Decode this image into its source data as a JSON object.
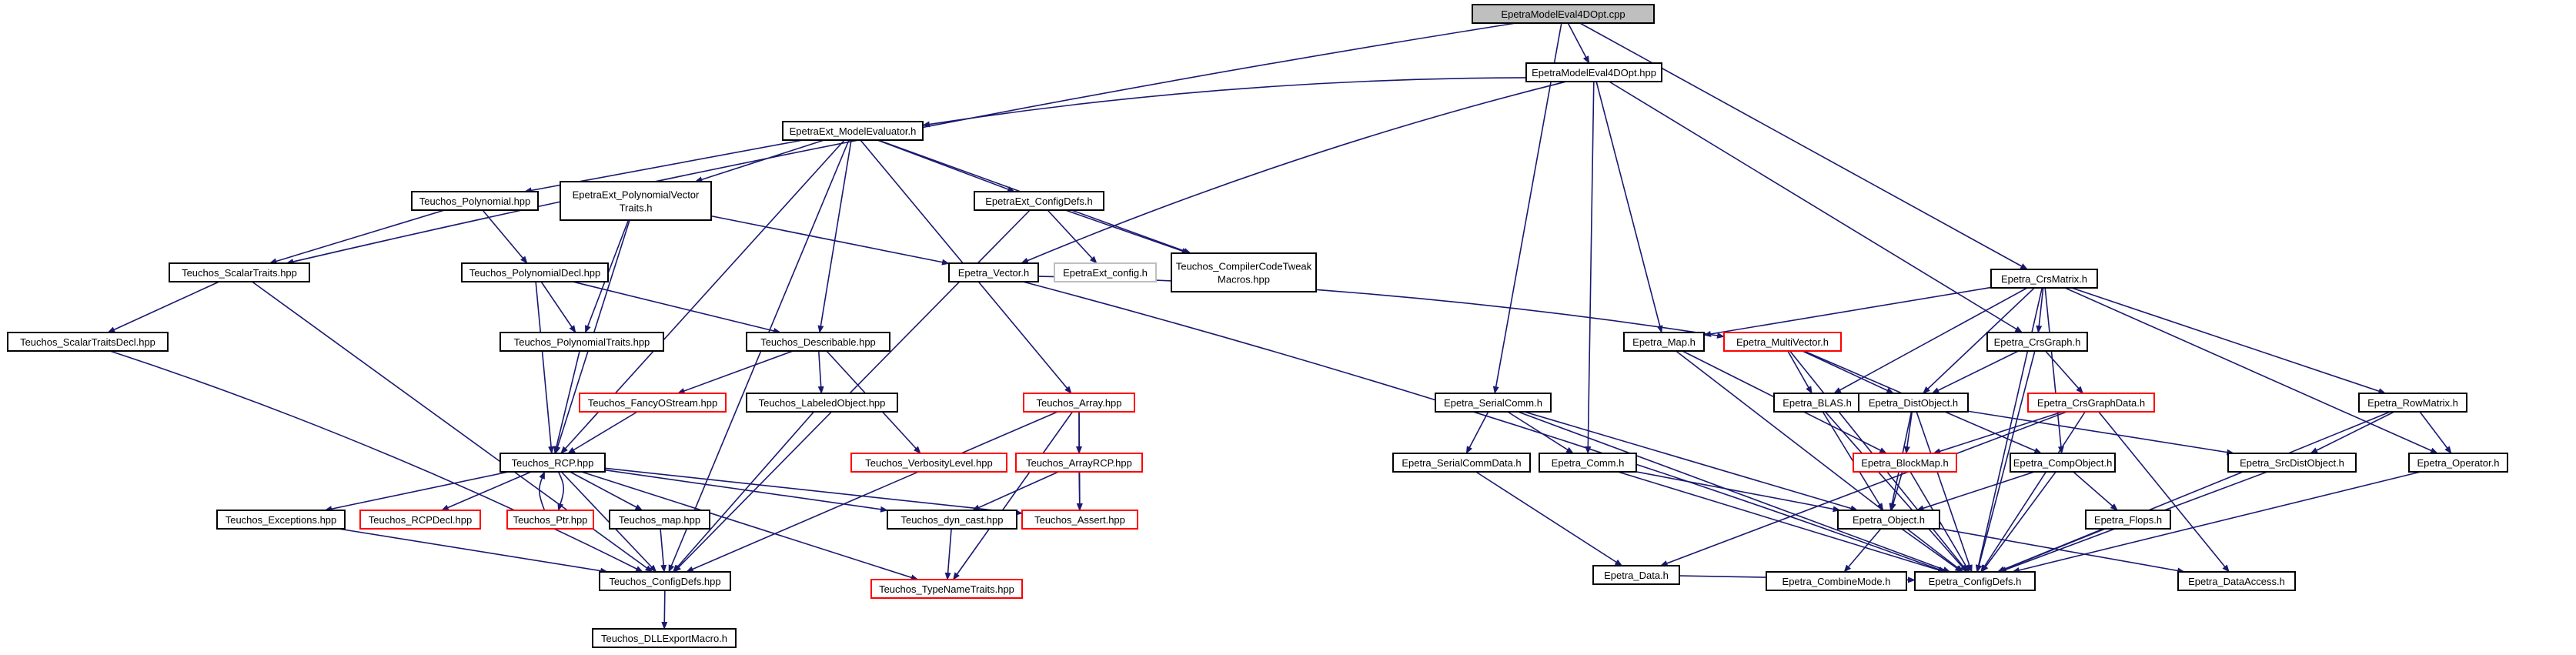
{
  "colors": {
    "edge": "#191970",
    "normal": "#000000",
    "missing": "#ff0000",
    "external": "#bfbfbf",
    "root_fill": "#bfbfbf"
  },
  "nodes": [
    {
      "id": "root",
      "lines": [
        "EpetraModelEval4DOpt.cpp"
      ],
      "style": "root"
    },
    {
      "id": "model_hpp",
      "lines": [
        "EpetraModelEval4DOpt.hpp"
      ],
      "style": "normal"
    },
    {
      "id": "me_h",
      "lines": [
        "EpetraExt_ModelEvaluator.h"
      ],
      "style": "normal"
    },
    {
      "id": "crsmatrix",
      "lines": [
        "Epetra_CrsMatrix.h"
      ],
      "style": "normal"
    },
    {
      "id": "poly_hpp",
      "lines": [
        "Teuchos_Polynomial.hpp"
      ],
      "style": "normal"
    },
    {
      "id": "polyvec",
      "lines": [
        "EpetraExt_PolynomialVector",
        "Traits.h"
      ],
      "style": "normal"
    },
    {
      "id": "eeconfigdefs",
      "lines": [
        "EpetraExt_ConfigDefs.h"
      ],
      "style": "normal"
    },
    {
      "id": "scalartraits",
      "lines": [
        "Teuchos_ScalarTraits.hpp"
      ],
      "style": "normal"
    },
    {
      "id": "polydecl",
      "lines": [
        "Teuchos_PolynomialDecl.hpp"
      ],
      "style": "normal"
    },
    {
      "id": "eeconfig",
      "lines": [
        "EpetraExt_config.h"
      ],
      "style": "external"
    },
    {
      "id": "compcode",
      "lines": [
        "Teuchos_CompilerCodeTweak",
        "Macros.hpp"
      ],
      "style": "normal"
    },
    {
      "id": "vector",
      "lines": [
        "Epetra_Vector.h"
      ],
      "style": "normal"
    },
    {
      "id": "scalartraitsdecl",
      "lines": [
        "Teuchos_ScalarTraitsDecl.hpp"
      ],
      "style": "normal"
    },
    {
      "id": "polytraits",
      "lines": [
        "Teuchos_PolynomialTraits.hpp"
      ],
      "style": "normal"
    },
    {
      "id": "describable",
      "lines": [
        "Teuchos_Describable.hpp"
      ],
      "style": "normal"
    },
    {
      "id": "map",
      "lines": [
        "Epetra_Map.h"
      ],
      "style": "normal"
    },
    {
      "id": "multivector",
      "lines": [
        "Epetra_MultiVector.h"
      ],
      "style": "missing"
    },
    {
      "id": "crsgraph",
      "lines": [
        "Epetra_CrsGraph.h"
      ],
      "style": "normal"
    },
    {
      "id": "fancyostream",
      "lines": [
        "Teuchos_FancyOStream.hpp"
      ],
      "style": "missing"
    },
    {
      "id": "labeledobject",
      "lines": [
        "Teuchos_LabeledObject.hpp"
      ],
      "style": "normal"
    },
    {
      "id": "array",
      "lines": [
        "Teuchos_Array.hpp"
      ],
      "style": "missing"
    },
    {
      "id": "serialcomm",
      "lines": [
        "Epetra_SerialComm.h"
      ],
      "style": "normal"
    },
    {
      "id": "blas",
      "lines": [
        "Epetra_BLAS.h"
      ],
      "style": "normal"
    },
    {
      "id": "distobject",
      "lines": [
        "Epetra_DistObject.h"
      ],
      "style": "normal"
    },
    {
      "id": "crsgraphdata",
      "lines": [
        "Epetra_CrsGraphData.h"
      ],
      "style": "missing"
    },
    {
      "id": "rowmatrix",
      "lines": [
        "Epetra_RowMatrix.h"
      ],
      "style": "normal"
    },
    {
      "id": "rcp",
      "lines": [
        "Teuchos_RCP.hpp"
      ],
      "style": "normal"
    },
    {
      "id": "verbosity",
      "lines": [
        "Teuchos_VerbosityLevel.hpp"
      ],
      "style": "missing"
    },
    {
      "id": "arrayrcp",
      "lines": [
        "Teuchos_ArrayRCP.hpp"
      ],
      "style": "missing"
    },
    {
      "id": "serialcommdata",
      "lines": [
        "Epetra_SerialCommData.h"
      ],
      "style": "normal"
    },
    {
      "id": "comm",
      "lines": [
        "Epetra_Comm.h"
      ],
      "style": "normal"
    },
    {
      "id": "blockmap",
      "lines": [
        "Epetra_BlockMap.h"
      ],
      "style": "missing"
    },
    {
      "id": "compobject",
      "lines": [
        "Epetra_CompObject.h"
      ],
      "style": "normal"
    },
    {
      "id": "srcdistobject",
      "lines": [
        "Epetra_SrcDistObject.h"
      ],
      "style": "normal"
    },
    {
      "id": "operator",
      "lines": [
        "Epetra_Operator.h"
      ],
      "style": "normal"
    },
    {
      "id": "exceptions",
      "lines": [
        "Teuchos_Exceptions.hpp"
      ],
      "style": "normal"
    },
    {
      "id": "rcpdecl",
      "lines": [
        "Teuchos_RCPDecl.hpp"
      ],
      "style": "missing"
    },
    {
      "id": "ptr",
      "lines": [
        "Teuchos_Ptr.hpp"
      ],
      "style": "missing"
    },
    {
      "id": "maphpp",
      "lines": [
        "Teuchos_map.hpp"
      ],
      "style": "normal"
    },
    {
      "id": "dyncast",
      "lines": [
        "Teuchos_dyn_cast.hpp"
      ],
      "style": "normal"
    },
    {
      "id": "assert",
      "lines": [
        "Teuchos_Assert.hpp"
      ],
      "style": "missing"
    },
    {
      "id": "data",
      "lines": [
        "Epetra_Data.h"
      ],
      "style": "normal"
    },
    {
      "id": "object",
      "lines": [
        "Epetra_Object.h"
      ],
      "style": "normal"
    },
    {
      "id": "flops",
      "lines": [
        "Epetra_Flops.h"
      ],
      "style": "normal"
    },
    {
      "id": "tconfigdefs",
      "lines": [
        "Teuchos_ConfigDefs.hpp"
      ],
      "style": "normal"
    },
    {
      "id": "typenametraits",
      "lines": [
        "Teuchos_TypeNameTraits.hpp"
      ],
      "style": "missing"
    },
    {
      "id": "combinemode",
      "lines": [
        "Epetra_CombineMode.h"
      ],
      "style": "normal"
    },
    {
      "id": "econfigdefs",
      "lines": [
        "Epetra_ConfigDefs.h"
      ],
      "style": "normal"
    },
    {
      "id": "dataaccess",
      "lines": [
        "Epetra_DataAccess.h"
      ],
      "style": "normal"
    },
    {
      "id": "dllexport",
      "lines": [
        "Teuchos_DLLExportMacro.h"
      ],
      "style": "normal"
    }
  ],
  "edges": [
    [
      "root",
      "model_hpp"
    ],
    [
      "root",
      "scalartraits"
    ],
    [
      "root",
      "serialcomm"
    ],
    [
      "root",
      "crsmatrix"
    ],
    [
      "model_hpp",
      "me_h"
    ],
    [
      "model_hpp",
      "vector"
    ],
    [
      "model_hpp",
      "map"
    ],
    [
      "model_hpp",
      "comm"
    ],
    [
      "model_hpp",
      "crsgraph"
    ],
    [
      "me_h",
      "poly_hpp"
    ],
    [
      "me_h",
      "polyvec"
    ],
    [
      "me_h",
      "eeconfigdefs"
    ],
    [
      "me_h",
      "compcode"
    ],
    [
      "me_h",
      "describable"
    ],
    [
      "me_h",
      "array"
    ],
    [
      "me_h",
      "rcp"
    ],
    [
      "me_h",
      "tconfigdefs"
    ],
    [
      "poly_hpp",
      "scalartraits"
    ],
    [
      "poly_hpp",
      "polydecl"
    ],
    [
      "polyvec",
      "vector"
    ],
    [
      "polyvec",
      "polytraits"
    ],
    [
      "polyvec",
      "rcp"
    ],
    [
      "eeconfigdefs",
      "eeconfig"
    ],
    [
      "eeconfigdefs",
      "compcode"
    ],
    [
      "eeconfigdefs",
      "tconfigdefs"
    ],
    [
      "scalartraits",
      "scalartraitsdecl"
    ],
    [
      "scalartraits",
      "tconfigdefs"
    ],
    [
      "scalartraitsdecl",
      "tconfigdefs"
    ],
    [
      "polydecl",
      "polytraits"
    ],
    [
      "polydecl",
      "describable"
    ],
    [
      "polydecl",
      "rcp"
    ],
    [
      "polytraits",
      "rcp"
    ],
    [
      "describable",
      "fancyostream"
    ],
    [
      "describable",
      "labeledobject"
    ],
    [
      "describable",
      "verbosity"
    ],
    [
      "fancyostream",
      "rcp"
    ],
    [
      "labeledobject",
      "tconfigdefs"
    ],
    [
      "array",
      "arrayrcp"
    ],
    [
      "array",
      "assert"
    ],
    [
      "array",
      "typenametraits"
    ],
    [
      "array",
      "tconfigdefs"
    ],
    [
      "arrayrcp",
      "dyncast"
    ],
    [
      "arrayrcp",
      "assert"
    ],
    [
      "vector",
      "multivector"
    ],
    [
      "vector",
      "econfigdefs"
    ],
    [
      "crsmatrix",
      "map"
    ],
    [
      "crsmatrix",
      "crsgraph"
    ],
    [
      "crsmatrix",
      "blas"
    ],
    [
      "crsmatrix",
      "distobject"
    ],
    [
      "crsmatrix",
      "compobject"
    ],
    [
      "crsmatrix",
      "rowmatrix"
    ],
    [
      "crsmatrix",
      "operator"
    ],
    [
      "crsmatrix",
      "econfigdefs"
    ],
    [
      "map",
      "blockmap"
    ],
    [
      "map",
      "econfigdefs"
    ],
    [
      "multivector",
      "blas"
    ],
    [
      "multivector",
      "distobject"
    ],
    [
      "multivector",
      "compobject"
    ],
    [
      "multivector",
      "econfigdefs"
    ],
    [
      "crsgraph",
      "distobject"
    ],
    [
      "crsgraph",
      "crsgraphdata"
    ],
    [
      "crsgraph",
      "econfigdefs"
    ],
    [
      "serialcomm",
      "serialcommdata"
    ],
    [
      "serialcomm",
      "comm"
    ],
    [
      "serialcomm",
      "object"
    ],
    [
      "serialcomm",
      "econfigdefs"
    ],
    [
      "blas",
      "object"
    ],
    [
      "blas",
      "econfigdefs"
    ],
    [
      "distobject",
      "blockmap"
    ],
    [
      "distobject",
      "srcdistobject"
    ],
    [
      "distobject",
      "object"
    ],
    [
      "distobject",
      "econfigdefs"
    ],
    [
      "crsgraphdata",
      "blockmap"
    ],
    [
      "crsgraphdata",
      "data"
    ],
    [
      "crsgraphdata",
      "dataaccess"
    ],
    [
      "crsgraphdata",
      "econfigdefs"
    ],
    [
      "rowmatrix",
      "srcdistobject"
    ],
    [
      "rowmatrix",
      "operator"
    ],
    [
      "rowmatrix",
      "econfigdefs"
    ],
    [
      "rcp",
      "exceptions"
    ],
    [
      "rcp",
      "rcpdecl"
    ],
    [
      "rcp",
      "ptr"
    ],
    [
      "rcp",
      "maphpp"
    ],
    [
      "rcp",
      "dyncast"
    ],
    [
      "rcp",
      "assert"
    ],
    [
      "rcp",
      "typenametraits"
    ],
    [
      "rcp",
      "tconfigdefs"
    ],
    [
      "ptr",
      "rcp"
    ],
    [
      "serialcommdata",
      "data"
    ],
    [
      "comm",
      "object"
    ],
    [
      "comm",
      "econfigdefs"
    ],
    [
      "blockmap",
      "object"
    ],
    [
      "blockmap",
      "econfigdefs"
    ],
    [
      "compobject",
      "object"
    ],
    [
      "compobject",
      "flops"
    ],
    [
      "compobject",
      "econfigdefs"
    ],
    [
      "srcdistobject",
      "econfigdefs"
    ],
    [
      "operator",
      "econfigdefs"
    ],
    [
      "exceptions",
      "tconfigdefs"
    ],
    [
      "maphpp",
      "tconfigdefs"
    ],
    [
      "dyncast",
      "typenametraits"
    ],
    [
      "data",
      "econfigdefs"
    ],
    [
      "object",
      "combinemode"
    ],
    [
      "object",
      "econfigdefs"
    ],
    [
      "object",
      "dataaccess"
    ],
    [
      "flops",
      "econfigdefs"
    ],
    [
      "tconfigdefs",
      "dllexport"
    ]
  ]
}
